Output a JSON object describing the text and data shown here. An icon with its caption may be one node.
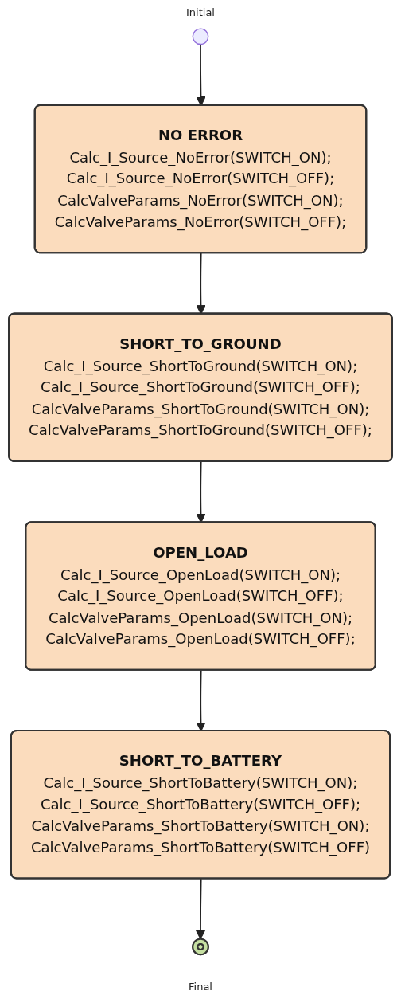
{
  "diagram": {
    "nodes": [
      {
        "text": [],
        "shape": "circle",
        "beside": [
          "Initial"
        ]
      },
      {
        "text": [
          "NO ERROR",
          "Calc_I_Source_NoError(SWITCH_ON);",
          "Calc_I_Source_NoError(SWITCH_OFF);",
          "CalcValveParams_NoError(SWITCH_ON);",
          "CalcValveParams_NoError(SWITCH_OFF);"
        ]
      },
      {
        "text": [
          "SHORT_TO_GROUND",
          "Calc_I_Source_ShortToGround(SWITCH_ON);",
          "Calc_I_Source_ShortToGround(SWITCH_OFF);",
          "CalcValveParams_ShortToGround(SWITCH_ON);",
          "CalcValveParams_ShortToGround(SWITCH_OFF);"
        ]
      },
      {
        "text": [
          "OPEN_LOAD",
          "Calc_I_Source_OpenLoad(SWITCH_ON);",
          "Calc_I_Source_OpenLoad(SWITCH_OFF);",
          "CalcValveParams_OpenLoad(SWITCH_ON);",
          "CalcValveParams_OpenLoad(SWITCH_OFF);"
        ]
      },
      {
        "text": [
          "SHORT_TO_BATTERY",
          "Calc_I_Source_ShortToBattery(SWITCH_ON);",
          "Calc_I_Source_ShortToBattery(SWITCH_OFF);",
          "CalcValveParams_ShortToBattery(SWITCH_ON);",
          "CalcValveParams_ShortToBattery(SWITCH_OFF)"
        ]
      },
      {
        "text": [],
        "shape": "circle",
        "beside": [
          "Final"
        ]
      }
    ],
    "edges": [
      {
        "from": 0,
        "to": 1,
        "arrow": "to"
      },
      {
        "from": 1,
        "to": 2,
        "arrow": "to"
      },
      {
        "from": 2,
        "to": 3,
        "arrow": "to"
      },
      {
        "from": 3,
        "to": 4,
        "arrow": "to"
      },
      {
        "from": 4,
        "to": 5,
        "arrow": "to"
      }
    ]
  }
}
